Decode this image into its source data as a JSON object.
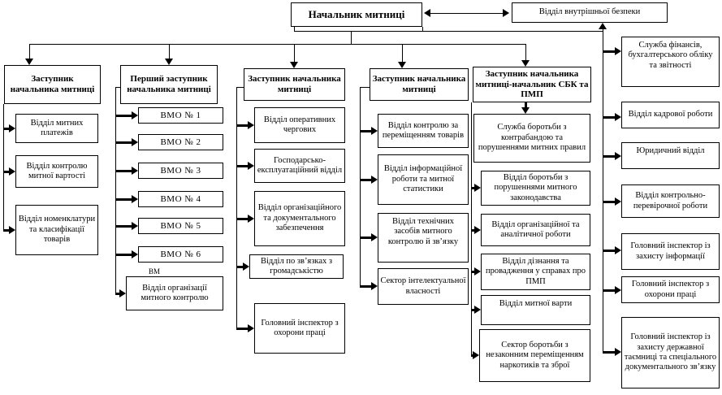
{
  "root": {
    "label": "Начальник митниці"
  },
  "security": {
    "label": "Відділ внутрішньої безпеки"
  },
  "columns": [
    {
      "header": "Заступник начальника митниці",
      "children": [
        "Відділ митних платежів",
        "Відділ контролю митної вартості",
        "Відділ номенклатури та класифікації товарів"
      ]
    },
    {
      "header": "Перший заступник начальника митниці",
      "children": [
        "ВМО № 1",
        "ВМО № 2",
        "ВМО № 3",
        "ВМО № 4",
        "ВМО № 5",
        "ВМО № 6",
        "Відділ організації митного контролю"
      ]
    },
    {
      "header": "Заступник начальника митниці",
      "children": [
        "Відділ оперативних чергових",
        "Господарсько-експлуатаційний відділ",
        "Відділ організаційного та документального забезпечення",
        "Відділ по зв’язках з громадськістю",
        "Головний інспектор з охорони праці"
      ]
    },
    {
      "header": "Заступник начальника митниці",
      "children": [
        "Відділ контролю за переміщенням товарів",
        "Відділ інформаційної роботи та митної статистики",
        "Відділ технічних засобів митного контролю й зв’язку",
        "Сектор інтелектуальної власності"
      ]
    },
    {
      "header": "Заступник начальника митниці-начальник СБК та ПМП",
      "children": [
        "Служба боротьби з контрабандою та порушеннями митних правил",
        "Відділ боротьби з порушеннями митного законодавства",
        "Відділ організаційної та аналітичної роботи",
        "Відділ дізнання та провадження у справах про ПМП",
        "Відділ митної варти",
        "Сектор боротьби з незаконним переміщенням наркотиків та зброї"
      ]
    },
    {
      "header": "",
      "children": [
        "Служба фінансів, бухгалтерського обліку та звітності",
        "Відділ кадрової роботи",
        "Юридичний відділ",
        "Відділ контрольно-перевірочної роботи",
        "Головний інспектор із захисту інформації",
        "Головний інспектор з охорони праці",
        "Головний інспектор із захисту державної таємниці та спеціального документального зв’язку"
      ]
    }
  ],
  "artifact_fragment": "ВМ",
  "colors": {
    "line": "#000000",
    "background": "#ffffff"
  }
}
